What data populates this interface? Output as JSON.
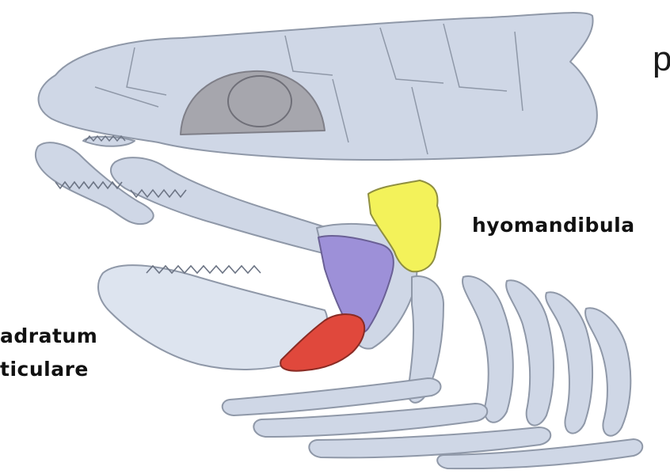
{
  "labels": {
    "top_partial": "p",
    "hyomandibular": "hyomandibula",
    "quadratum": "adratum",
    "articulare": "ticulare"
  },
  "colors": {
    "bone": "#cfd7e6",
    "bone_light": "#dde4ef",
    "bone_stroke": "#8f98a8",
    "orbit": "#a6a6ad",
    "hyomandibular": "#f3f25a",
    "quadrate": "#9d90d8",
    "articular": "#e0483c"
  }
}
